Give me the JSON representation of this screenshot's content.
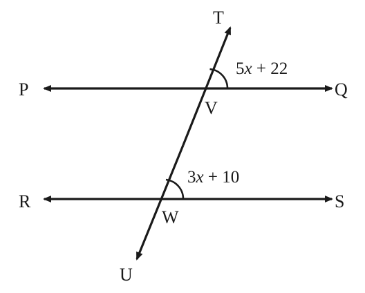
{
  "points": {
    "P": "P",
    "Q": "Q",
    "R": "R",
    "S": "S",
    "T": "T",
    "U": "U",
    "V": "V",
    "W": "W"
  },
  "angles": {
    "upper": {
      "coef": "5",
      "var": "x",
      "rest": " + 22"
    },
    "lower": {
      "coef": "3",
      "var": "x",
      "rest": " + 10"
    }
  },
  "colors": {
    "stroke": "#1a1a1a",
    "background": "#ffffff"
  }
}
